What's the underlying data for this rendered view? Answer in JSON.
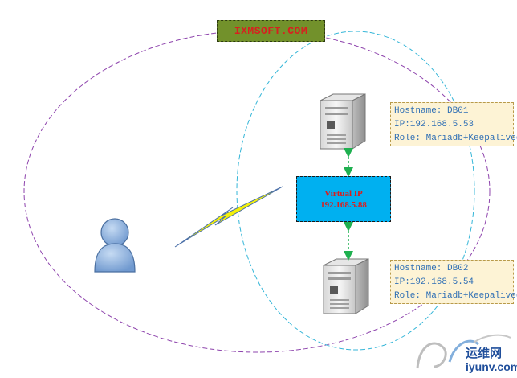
{
  "header": {
    "label": "IXMSOFT.COM"
  },
  "virtual_ip": {
    "title": "Virtual IP",
    "address": "192.168.5.88"
  },
  "nodes": [
    {
      "hostname": "Hostname: DB01",
      "ip": "IP:192.168.5.53",
      "role": "Role: Mariadb+Keepalived"
    },
    {
      "hostname": "Hostname: DB02",
      "ip": "IP:192.168.5.54",
      "role": "Role: Mariadb+Keepalived"
    }
  ],
  "watermark": {
    "brand_cn": "运维网",
    "brand_en": "iyunv.com"
  },
  "colors": {
    "outer_ellipse": "#8e44ad",
    "inner_ellipse": "#35b6d8",
    "header_bg": "#72912b",
    "header_text": "#d81f1f",
    "vip_bg": "#00b0f0",
    "note_bg": "#fdf3d5",
    "note_text": "#2f6fb5",
    "arrow": "#1fb050",
    "lightning": "#f3f00a",
    "user": "#8eb4e3"
  },
  "icons": [
    "user-icon",
    "server-icon",
    "lightning-icon"
  ]
}
